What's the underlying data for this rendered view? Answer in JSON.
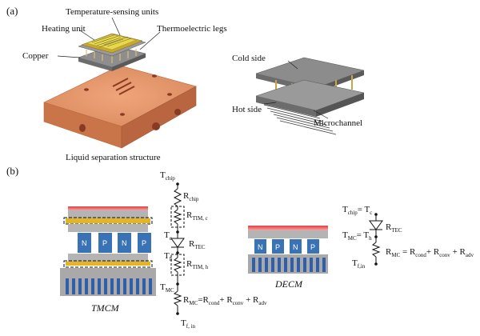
{
  "panel_a": {
    "label": "(a)",
    "callouts": {
      "temperature_sensing": "Temperature-sensing units",
      "heating_unit": "Heating unit",
      "thermoelectric_legs": "Thermoelectric legs",
      "copper": "Copper",
      "liquid_separation": "Liquid separation structure",
      "cold_side": "Cold side",
      "hot_side": "Hot side",
      "microchannel": "Microchannel"
    }
  },
  "panel_b": {
    "label": "(b)",
    "tmcm_caption": "TMCM",
    "decm_caption": "DECM",
    "leg_labels": [
      "N",
      "P",
      "N",
      "P"
    ],
    "tmcm_network": {
      "nodes": [
        {
          "main": "T",
          "sub": "chip"
        },
        {
          "main": "T",
          "sub": "c"
        },
        {
          "main": "T",
          "sub": "h"
        },
        {
          "main": "T",
          "sub": "MC"
        },
        {
          "main": "T",
          "sub": "f, in"
        }
      ],
      "resistors": [
        {
          "main": "R",
          "sub": "chip"
        },
        {
          "main": "R",
          "sub": "TIM, c"
        },
        {
          "main": "R",
          "sub": "TEC"
        },
        {
          "main": "R",
          "sub": "TIM, h"
        }
      ],
      "r_mc": {
        "main": "R",
        "sub": "MC",
        "eq": "=R",
        "sub2": "cond",
        "plus1": "+ R",
        "sub3": "conv",
        "plus2": " + R",
        "sub4": "adv"
      }
    },
    "decm_network": {
      "chip_node": {
        "main": "T",
        "sub": "chip",
        "eq": "= T",
        "sub2": "c"
      },
      "mc_node": {
        "main": "T",
        "sub": "MC",
        "eq": "= T",
        "sub2": "h"
      },
      "in_node": {
        "main": "T",
        "sub": "f,in"
      },
      "r_tec": {
        "main": "R",
        "sub": "TEC"
      },
      "r_mc": {
        "main": "R",
        "sub": "MC",
        "eq": " = R",
        "sub2": "cond",
        "plus1": "+ R",
        "sub3": "conv",
        "plus2": " + R",
        "sub4": "adv"
      }
    }
  },
  "colors": {
    "copper": "#d98a5c",
    "copper_dark": "#b86a40",
    "heater": "#e8d84a",
    "gold_bar": "#e6b422",
    "leg_blue": "#3a73b5",
    "channel_blue": "#2f5fa8",
    "plate_gray": "#a9a9a9",
    "hot_red": "#d23a3a"
  }
}
